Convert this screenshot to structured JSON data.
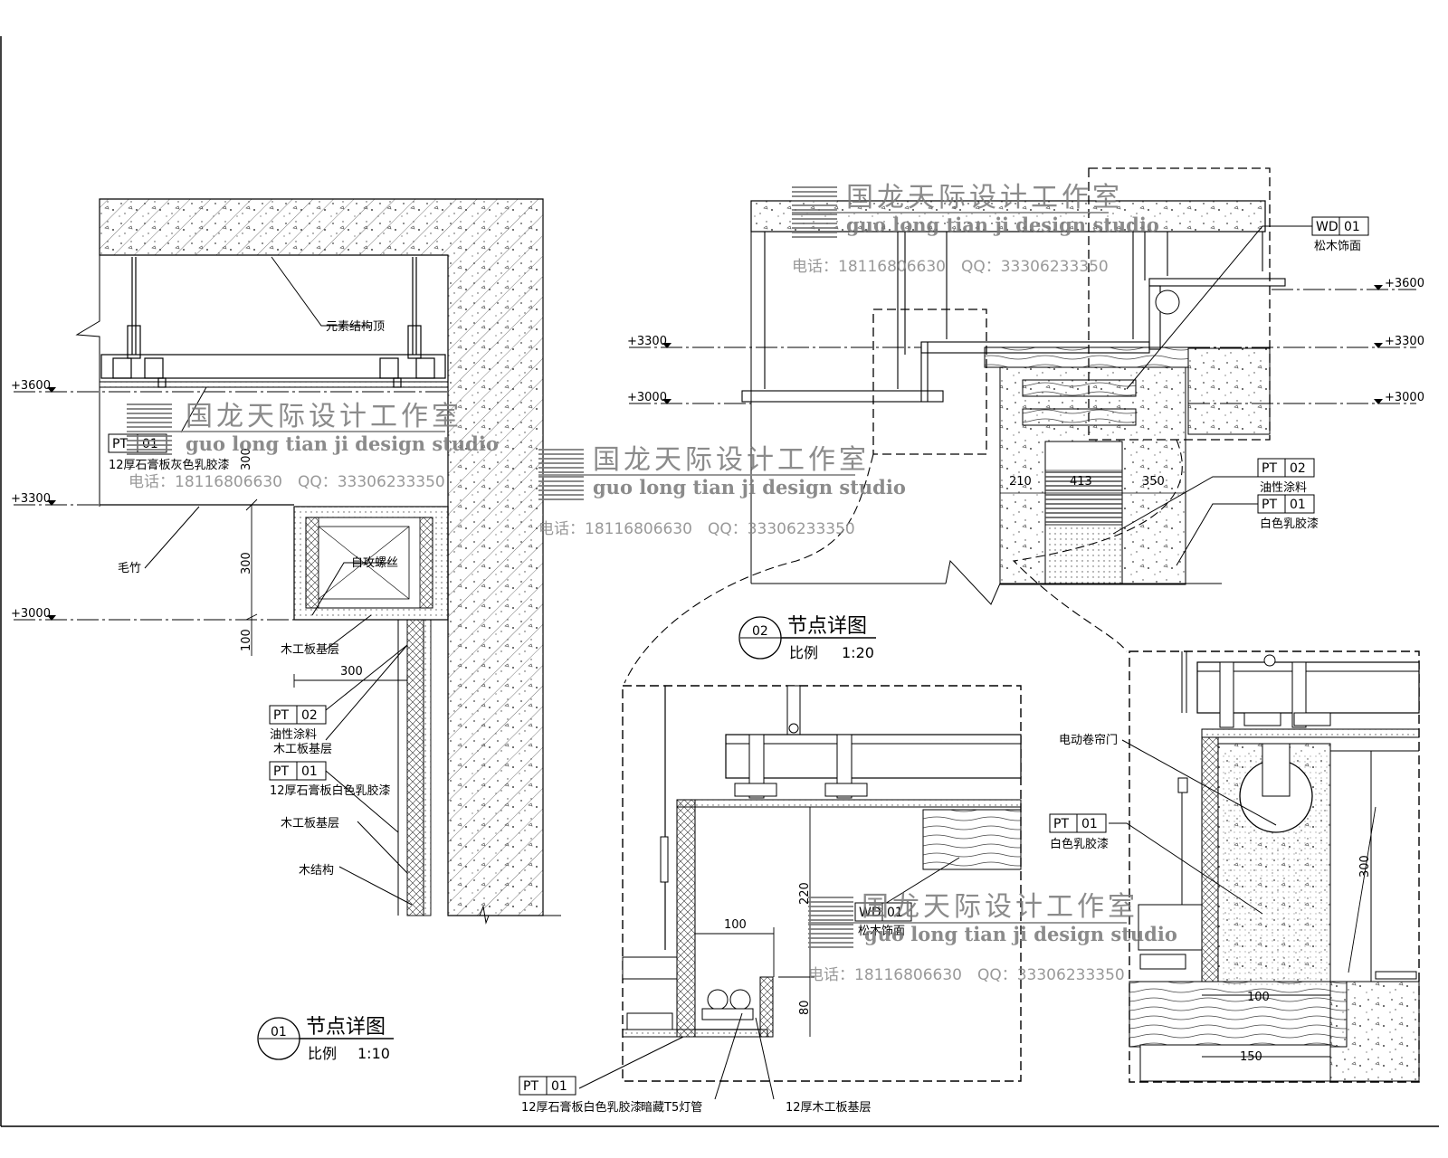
{
  "levels": {
    "l3600": "+3600",
    "l3300": "+3300",
    "l3000": "+3000"
  },
  "tags": {
    "pt": "PT",
    "wd": "WD",
    "n01": "01",
    "n02": "02"
  },
  "detail1": {
    "labels": {
      "struct_top": "元素结构顶",
      "gypsum_grey": "12厚石膏板灰色乳胶漆",
      "maozhu": "毛竹",
      "screw": "自攻螺丝",
      "plywood1": "木工板基层",
      "oil_paint": "油性涂料",
      "plywood2": "木工板基层",
      "gypsum_white": "12厚石膏板白色乳胶漆",
      "plywood3": "木工板基层",
      "wood_struct": "木结构"
    },
    "dims": {
      "d300a": "300",
      "d300b": "300",
      "d100": "100",
      "d300c": "300"
    },
    "title": "节点详图",
    "number": "01",
    "scale_label": "比例",
    "scale": "1:10"
  },
  "detail2": {
    "labels": {
      "pine_veneer": "松木饰面",
      "oil_paint": "油性涂料",
      "white_latex": "白色乳胶漆"
    },
    "dims": {
      "d210": "210",
      "d413": "413",
      "d350": "350"
    },
    "title": "节点详图",
    "number": "02",
    "scale_label": "比例",
    "scale": "1:20"
  },
  "enlarge_a": {
    "labels": {
      "pine_veneer": "松木饰面",
      "gypsum_white": "12厚石膏板白色乳胶漆",
      "t5_lamp": "暗藏T5灯管",
      "plywood12": "12厚木工板基层"
    },
    "dims": {
      "d100": "100",
      "d220": "220",
      "d80": "80"
    }
  },
  "enlarge_b": {
    "labels": {
      "roller_door": "电动卷帘门",
      "white_latex": "白色乳胶漆"
    },
    "dims": {
      "d300": "300",
      "d100": "100",
      "d150": "150"
    }
  },
  "watermark": {
    "cn": "国龙天际设计工作室",
    "en": "guo long tian ji design studio",
    "phone": "电话：18116806630　QQ：33306233350"
  }
}
